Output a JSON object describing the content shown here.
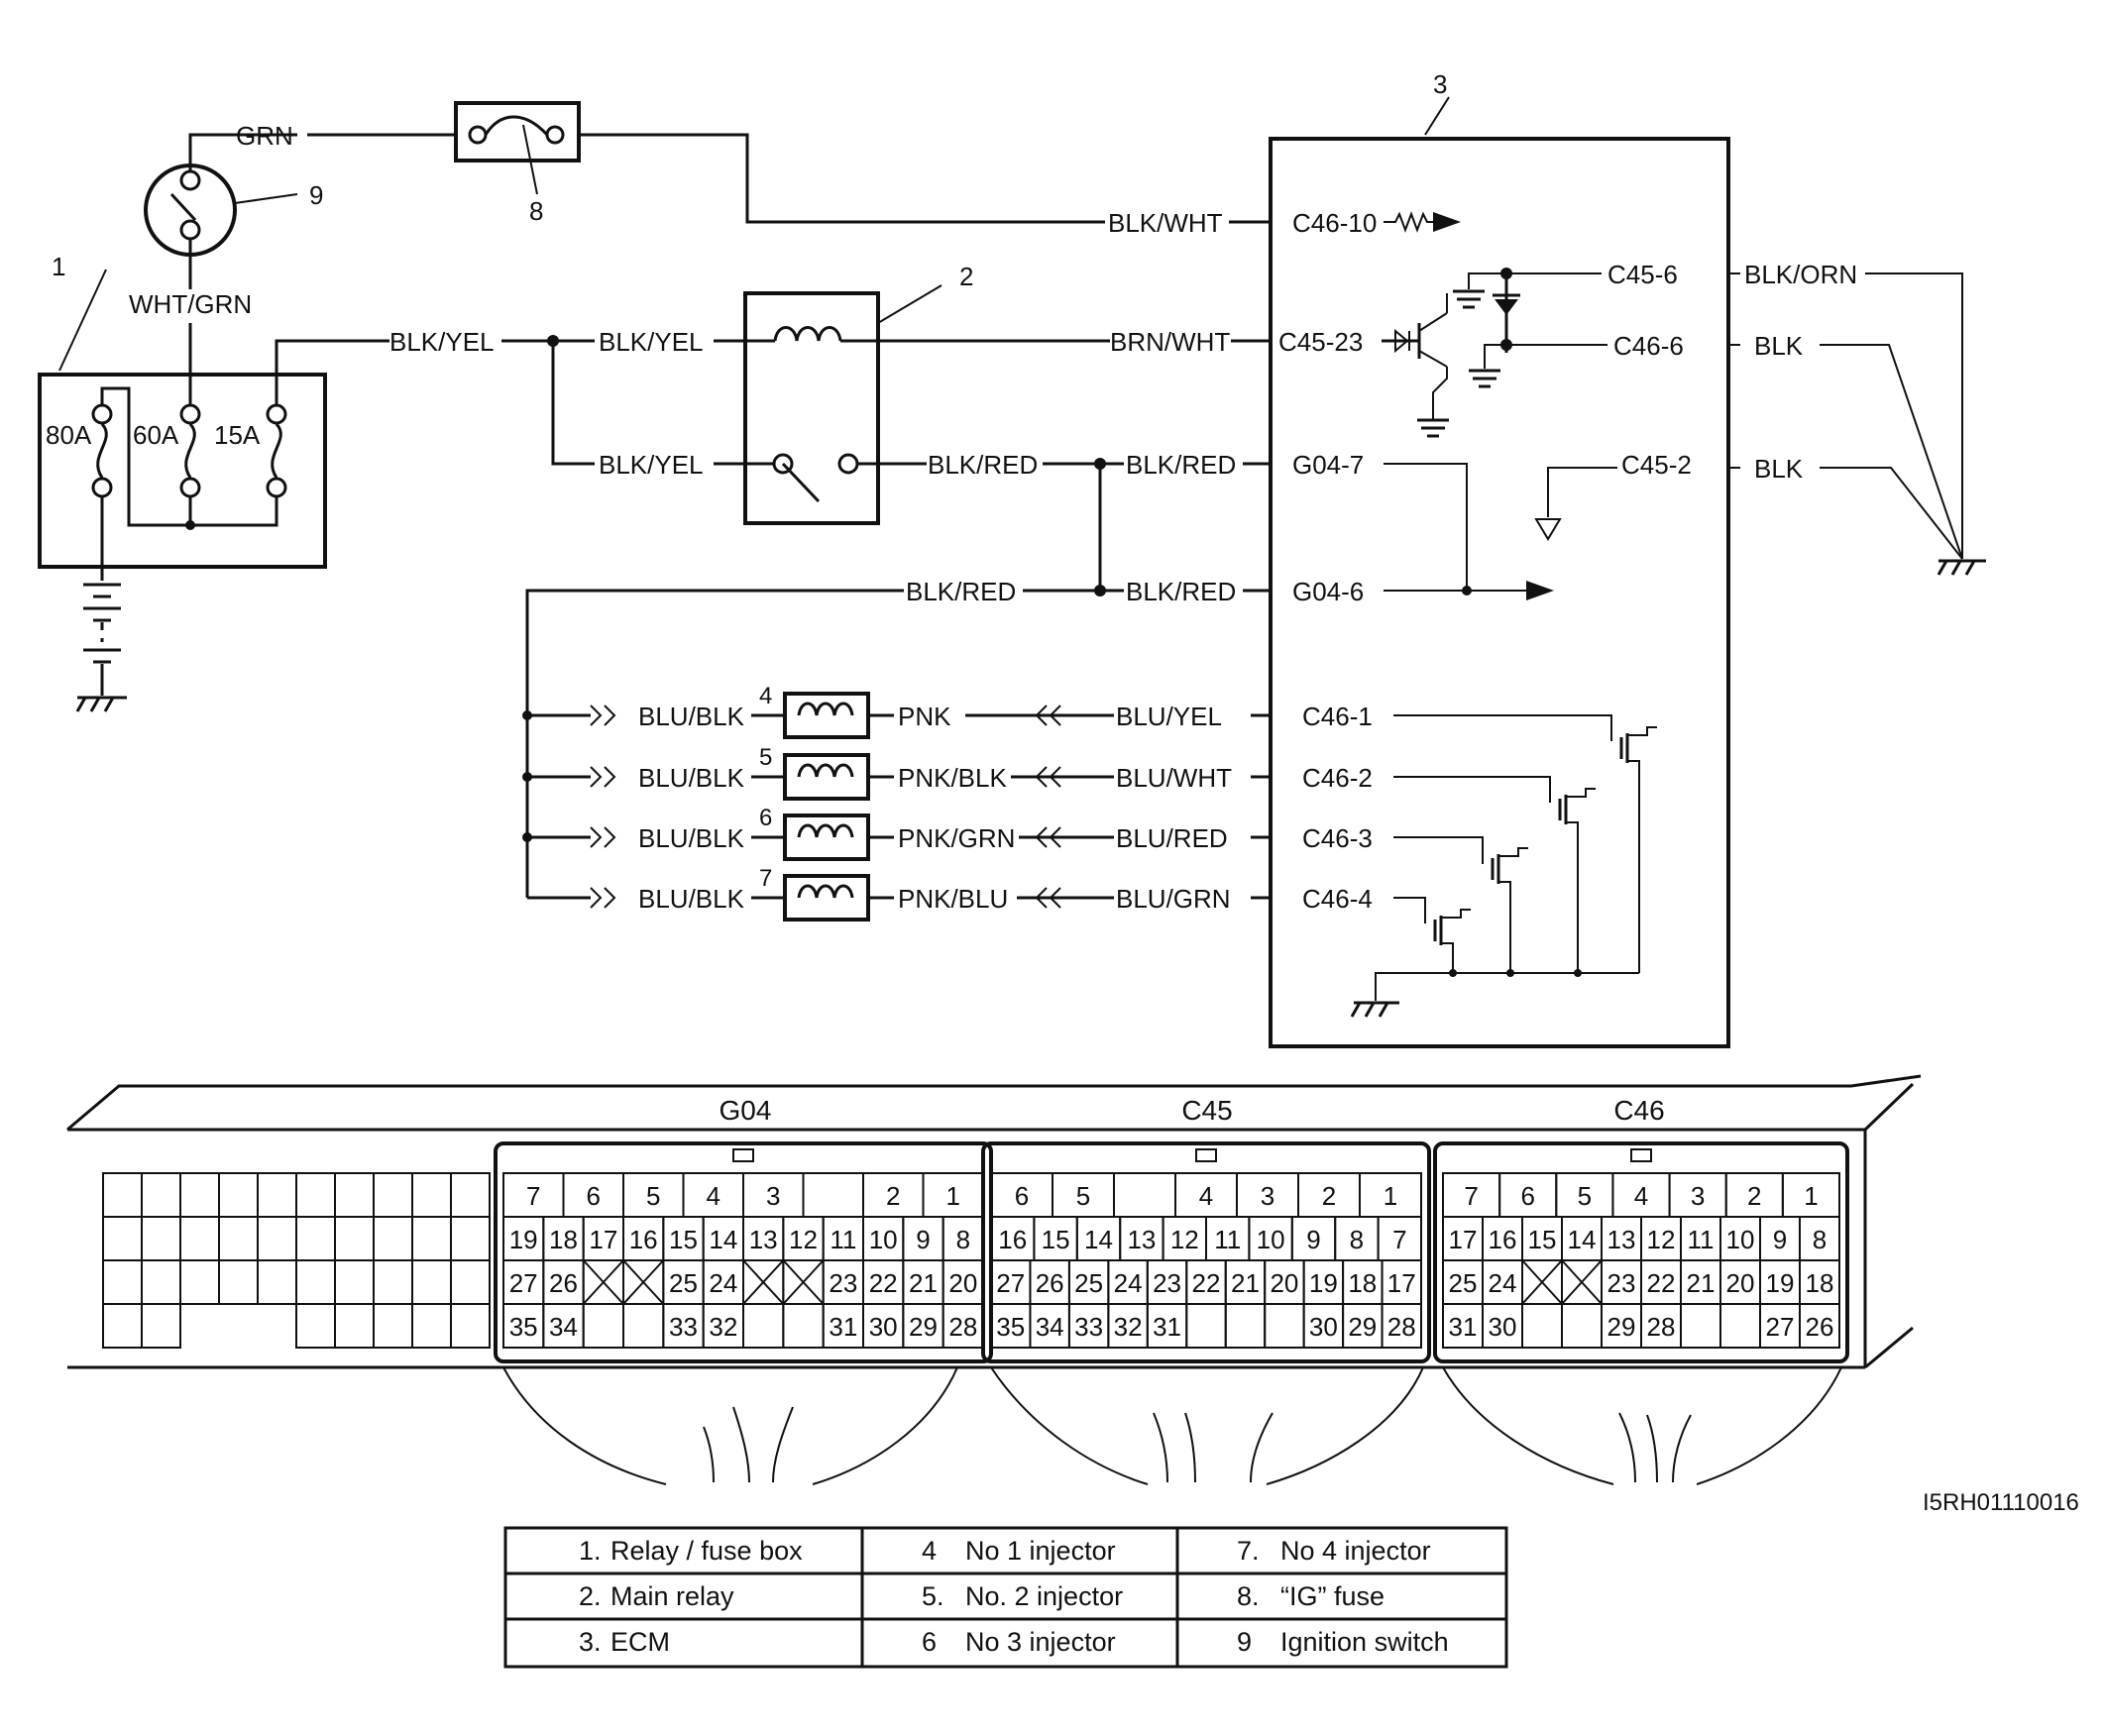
{
  "components": {
    "relay_fuse_box": {
      "number": "1",
      "fuses": [
        "80A",
        "60A",
        "15A"
      ]
    },
    "main_relay": {
      "number": "2"
    },
    "ecm": {
      "number": "3"
    },
    "injectors": [
      {
        "number": "4",
        "in_wire": "BLU/BLK",
        "out_wire": "PNK",
        "ecm_wire": "BLU/YEL",
        "terminal": "C46-1"
      },
      {
        "number": "5",
        "in_wire": "BLU/BLK",
        "out_wire": "PNK/BLK",
        "ecm_wire": "BLU/WHT",
        "terminal": "C46-2"
      },
      {
        "number": "6",
        "in_wire": "BLU/BLK",
        "out_wire": "PNK/GRN",
        "ecm_wire": "BLU/RED",
        "terminal": "C46-3"
      },
      {
        "number": "7",
        "in_wire": "BLU/BLK",
        "out_wire": "PNK/BLU",
        "ecm_wire": "BLU/GRN",
        "terminal": "C46-4"
      }
    ],
    "ig_fuse": {
      "number": "8"
    },
    "ignition_switch": {
      "number": "9"
    }
  },
  "wires": {
    "grn": "GRN",
    "wht_grn": "WHT/GRN",
    "blk_yel": "BLK/YEL",
    "blk_wht": "BLK/WHT",
    "brn_wht": "BRN/WHT",
    "blk_red": "BLK/RED",
    "blk_orn": "BLK/ORN",
    "blk": "BLK"
  },
  "terminals": {
    "c46_10": "C46-10",
    "c45_23": "C45-23",
    "g04_7": "G04-7",
    "g04_6": "G04-6",
    "c45_6": "C45-6",
    "c46_6": "C46-6",
    "c45_2": "C45-2"
  },
  "connectors": [
    {
      "name": "G04",
      "rows": [
        [
          "7",
          "6",
          "5",
          "4",
          "3",
          "",
          "2",
          "1"
        ],
        [
          "19",
          "18",
          "17",
          "16",
          "15",
          "14",
          "13",
          "12",
          "11",
          "10",
          "9",
          "8"
        ],
        [
          "27",
          "26",
          "",
          "",
          "25",
          "24",
          "",
          "",
          "23",
          "22",
          "21",
          "20"
        ],
        [
          "35",
          "34",
          "",
          "",
          "33",
          "32",
          "",
          "",
          "31",
          "30",
          "29",
          "28"
        ]
      ]
    },
    {
      "name": "C45",
      "rows": [
        [
          "6",
          "5",
          "",
          "4",
          "3",
          "2",
          "1"
        ],
        [
          "16",
          "15",
          "14",
          "13",
          "12",
          "11",
          "10",
          "9",
          "8",
          "7"
        ],
        [
          "27",
          "26",
          "25",
          "24",
          "23",
          "22",
          "21",
          "20",
          "19",
          "18",
          "17"
        ],
        [
          "35",
          "34",
          "33",
          "32",
          "31",
          "",
          "",
          "",
          "30",
          "29",
          "28"
        ]
      ]
    },
    {
      "name": "C46",
      "rows": [
        [
          "7",
          "6",
          "5",
          "4",
          "3",
          "2",
          "1"
        ],
        [
          "17",
          "16",
          "15",
          "14",
          "13",
          "12",
          "11",
          "10",
          "9",
          "8"
        ],
        [
          "25",
          "24",
          "",
          "",
          "23",
          "22",
          "21",
          "20",
          "19",
          "18"
        ],
        [
          "31",
          "30",
          "",
          "",
          "29",
          "28",
          "",
          "",
          "27",
          "26"
        ]
      ]
    }
  ],
  "figure_id": "I5RH01110016",
  "legend": [
    {
      "num": "1.",
      "label": "Relay / fuse box"
    },
    {
      "num": "2.",
      "label": "Main relay"
    },
    {
      "num": "3.",
      "label": "ECM"
    },
    {
      "num": "4",
      "label": "No 1 injector"
    },
    {
      "num": "5.",
      "label": "No. 2 injector"
    },
    {
      "num": "6",
      "label": "No 3 injector"
    },
    {
      "num": "7.",
      "label": "No 4 injector"
    },
    {
      "num": "8.",
      "label": "“IG” fuse"
    },
    {
      "num": "9",
      "label": "Ignition switch"
    }
  ]
}
